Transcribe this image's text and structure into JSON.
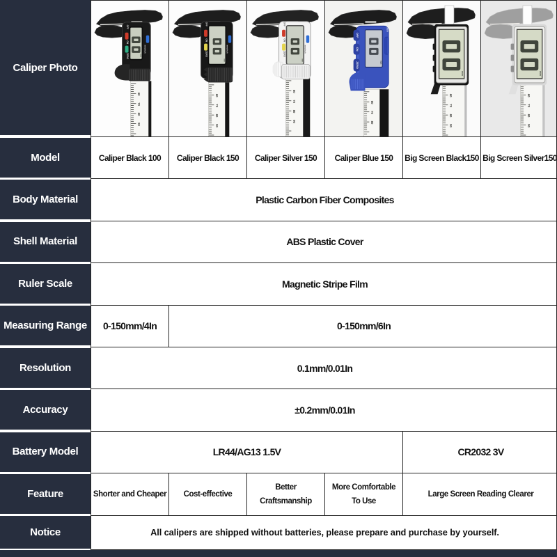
{
  "colors": {
    "navy": "#272e3e",
    "grid_line": "#252525",
    "table_text": "#121212",
    "label_text": "#ffffff",
    "page_bg": "#ffffff"
  },
  "left_labels": [
    "Caliper Photo",
    "Model",
    "Body Material",
    "Shell Material",
    "Ruler Scale",
    "Measuring Range",
    "Resolution",
    "Accuracy",
    "Battery Model",
    "Feature",
    "Notice"
  ],
  "models": [
    "Caliper Black 100",
    "Caliper Black 150",
    "Caliper Silver 150",
    "Caliper Blue 150",
    "Big Screen Black150",
    "Big Screen Silver150"
  ],
  "rows": {
    "body_material": "Plastic Carbon Fiber Composites",
    "shell_material": "ABS Plastic Cover",
    "ruler_scale": "Magnetic Stripe Film",
    "measuring_range_col1": "0-150mm/4In",
    "measuring_range_rest": "0-150mm/6In",
    "resolution": "0.1mm/0.01In",
    "accuracy": "±0.2mm/0.01In",
    "battery_left": "LR44/AG13 1.5V",
    "battery_right": "CR2032 3V",
    "features": [
      "Shorter and Cheaper",
      "Cost-effective",
      "Better\nCraftsmanship",
      "More Comfortable\nTo Use",
      "Large Screen Reading Clearer"
    ],
    "notice": "All calipers are shipped without batteries, please prepare and purchase by yourself."
  },
  "caliper_ui_labels": {
    "off": "OFF",
    "on": "ON",
    "zero": "ZERO",
    "unit": "mm/inch",
    "display": "00",
    "display_unit": "mm"
  },
  "ruler_numbers": [
    "60",
    "70",
    "80",
    "90",
    "100",
    "110",
    "120",
    "130"
  ],
  "calipers": [
    {
      "kind": "black100",
      "bg": "#fdfdfd",
      "jaw": "#1d1d1d",
      "body": "#191919",
      "screen": "#c9cec0",
      "btn1": "#cf3b2a",
      "btn2": "#2fae85",
      "btn_side": "#2f6fd6",
      "ruler_edge": "#161616",
      "ruler_edge_w": 4
    },
    {
      "kind": "black150",
      "bg": "#fcfcfc",
      "jaw": "#1d1d1d",
      "body": "#171717",
      "screen": "#ccd1c4",
      "btn1": "#cf3b2a",
      "btn2": "#e3d44d",
      "btn_side": "#2f6fd6",
      "ruler_edge": "#141414",
      "ruler_edge_w": 6
    },
    {
      "kind": "silver150",
      "bg": "#fcfcfc",
      "jaw": "#222222",
      "body": "#f3f3f3",
      "screen": "#cbd0c5",
      "btn1": "#cf3b2a",
      "btn2": "#e3d44d",
      "btn_side": "#2f6fd6",
      "ruler_edge": "#1a1a1a",
      "ruler_edge_w": 10
    },
    {
      "kind": "blue150",
      "bg": "#f3f3f1",
      "jaw": "#1c1c1c",
      "body": "#3a53bd",
      "screen": "#c6cad0",
      "btn1": "#2e42a4",
      "btn2": "#2e42a4",
      "btn_side": "#2c3f9e",
      "ruler_edge": "#151515",
      "ruler_edge_w": 13
    },
    {
      "kind": "bigblack",
      "bg": "#fbfbfb",
      "jaw": "#1e1e1e",
      "body": "#141414",
      "screen": "#d6dbc6",
      "bezel": "#e8e8e6",
      "nub": "#1a1a1a",
      "ruler_edge": "#bdbdbd",
      "ruler_edge_w": 3
    },
    {
      "kind": "bigsilver",
      "bg": "#e9e9e9",
      "jaw": "#9f9f9f",
      "body": "#d8d8d8",
      "screen": "#d5dac6",
      "bezel": "#f0f0ee",
      "nub": "#8e8e8e",
      "ruler_edge": "#c4c4c4",
      "ruler_edge_w": 3
    }
  ]
}
